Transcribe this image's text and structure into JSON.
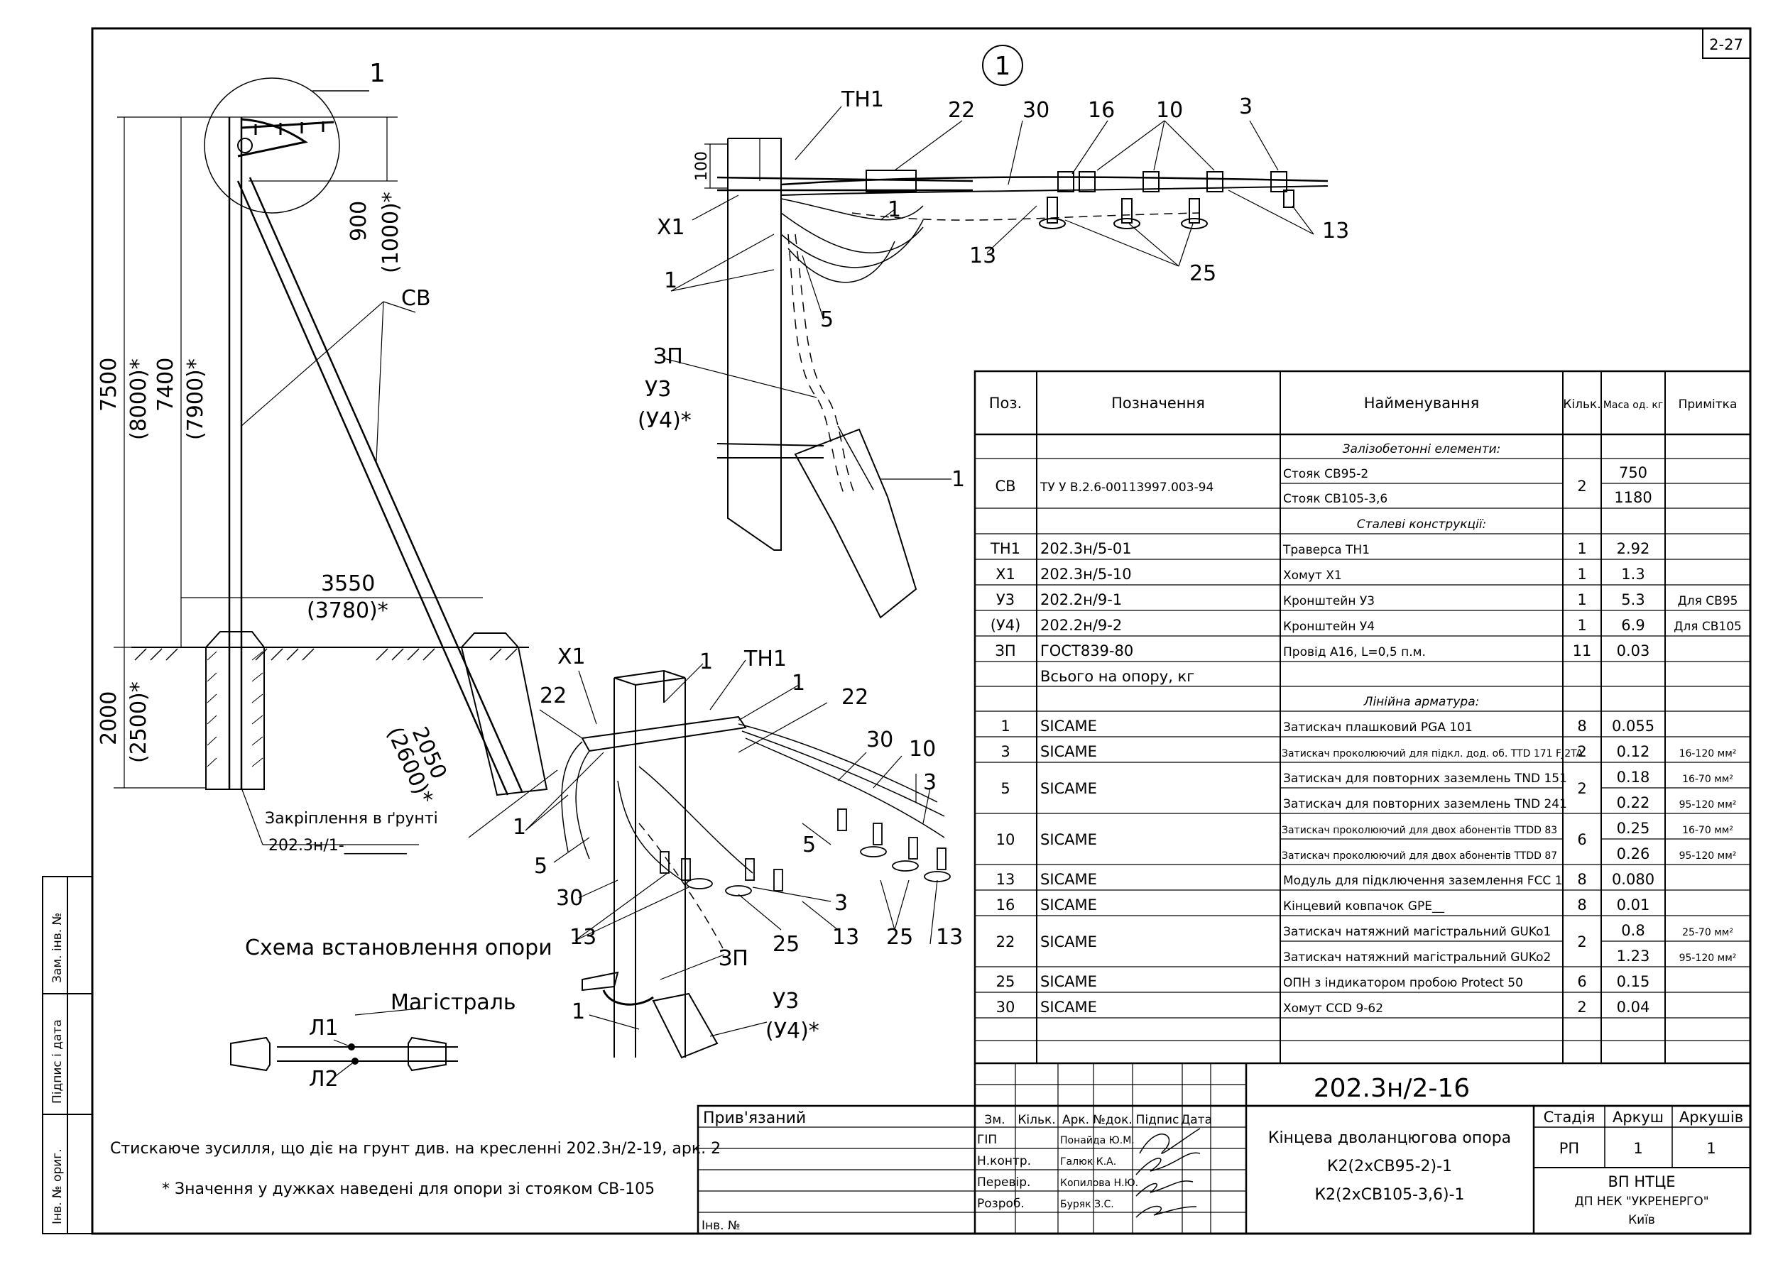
{
  "sheet_number": "2-27",
  "left_drawing": {
    "callout": "1",
    "dims": {
      "d900": "900",
      "d1000": "(1000)*",
      "d7500": "7500",
      "d8000": "(8000)*",
      "d7400": "7400",
      "d7900": "(7900)*",
      "d3550": "3550",
      "d3780": "(3780)*",
      "d2000": "2000",
      "d2500": "(2500)*",
      "d2050": "2050",
      "d2600": "(2600)*"
    },
    "cv_label": "СВ",
    "ground_fix_label": "Закріплення в ґрунті",
    "ground_fix_ref": "202.3н/1-________"
  },
  "detail_top": {
    "circle_label": "1",
    "labels": {
      "tn1": "ТН1",
      "l22": "22",
      "l30": "30",
      "l16": "16",
      "l10": "10",
      "l3": "3",
      "x1": "Х1",
      "l1a": "1",
      "l1b": "1",
      "l13a": "13",
      "l13b": "13",
      "l25": "25",
      "l5": "5",
      "zp": "ЗП",
      "u3": "У3",
      "u4": "(У4)*",
      "l1c": "1",
      "d100": "100"
    }
  },
  "detail_bottom": {
    "labels": {
      "x1": "Х1",
      "l1a": "1",
      "tn1": "ТН1",
      "l1b": "1",
      "l22a": "22",
      "l22b": "22",
      "l30a": "30",
      "l10": "10",
      "l3a": "3",
      "l1c": "1",
      "l5a": "5",
      "l5b": "5",
      "l30b": "30",
      "l3b": "3",
      "l13a": "13",
      "l25a": "25",
      "l13b": "13",
      "l25b": "25",
      "l13c": "13",
      "zp": "ЗП",
      "l1d": "1",
      "u3": "У3",
      "u4": "(У4)*"
    }
  },
  "scheme": {
    "title": "Схема встановлення опори",
    "mainline": "Магістраль",
    "l1": "Л1",
    "l2": "Л2"
  },
  "notes": {
    "note1": "Стискаюче зусилля, що діє на грунт див. на кресленні 202.3н/2-19, арк. 2",
    "note2": "* Значення у дужках наведені для опори зі стояком СВ-105"
  },
  "side_stamp": {
    "s1": "Інв. № ориг.",
    "s2": "Підпис і дата",
    "s3": "Зам. інв. №"
  },
  "spec_table": {
    "headers": {
      "pos": "Поз.",
      "designation": "Позначення",
      "name": "Найменування",
      "qty": "Кільк.",
      "mass": "Маса од. кг",
      "note": "Примітка"
    },
    "section1": "Залізобетонні елементи:",
    "section2": "Сталеві конструкції:",
    "section3": "Лінійна арматура:",
    "cv": {
      "pos": "СВ",
      "designation": "ТУ У В.2.6-00113997.003-94",
      "qty": "2",
      "items": [
        {
          "name": "Стояк СВ95-2",
          "mass": "750"
        },
        {
          "name": "Стояк СВ105-3,6",
          "mass": "1180"
        }
      ]
    },
    "steel": [
      {
        "pos": "ТН1",
        "designation": "202.3н/5-01",
        "name": "Траверса ТН1",
        "qty": "1",
        "mass": "2.92",
        "note": ""
      },
      {
        "pos": "Х1",
        "designation": "202.3н/5-10",
        "name": "Хомут Х1",
        "qty": "1",
        "mass": "1.3",
        "note": ""
      },
      {
        "pos": "У3",
        "designation": "202.2н/9-1",
        "name": "Кронштейн У3",
        "qty": "1",
        "mass": "5.3",
        "note": "Для СВ95"
      },
      {
        "pos": "(У4)",
        "designation": "202.2н/9-2",
        "name": "Кронштейн У4",
        "qty": "1",
        "mass": "6.9",
        "note": "Для СВ105"
      },
      {
        "pos": "ЗП",
        "designation": "ГОСТ839-80",
        "name": "Провід А16, L=0,5 п.м.",
        "qty": "11",
        "mass": "0.03",
        "note": ""
      }
    ],
    "total_label": "Всього на опору, кг",
    "linear": {
      "r1": {
        "pos": "1",
        "designation": "SICAME",
        "name": "Затискач плашковий PGA 101",
        "qty": "8",
        "mass": "0.055",
        "note": ""
      },
      "r3": {
        "pos": "3",
        "designation": "SICAME",
        "name": "Затискач проколюючий для підкл. дод. об. TTD 171 FJ2TA",
        "qty": "2",
        "mass": "0.12",
        "note": "16-120 мм²"
      },
      "r5": {
        "pos": "5",
        "designation": "SICAME",
        "qty": "2",
        "items": [
          {
            "name": "Затискач для повторних заземлень TND 151",
            "mass": "0.18",
            "note": "16-70 мм²"
          },
          {
            "name": "Затискач для повторних заземлень TND 241",
            "mass": "0.22",
            "note": "95-120 мм²"
          }
        ]
      },
      "r10": {
        "pos": "10",
        "designation": "SICAME",
        "qty": "6",
        "items": [
          {
            "name": "Затискач проколюючий для двох абонентів TTDD 83",
            "mass": "0.25",
            "note": "16-70 мм²"
          },
          {
            "name": "Затискач проколюючий для двох абонентів TTDD 87",
            "mass": "0.26",
            "note": "95-120 мм²"
          }
        ]
      },
      "r13": {
        "pos": "13",
        "designation": "SICAME",
        "name": "Модуль для підключення заземлення FCC 1",
        "qty": "8",
        "mass": "0.080",
        "note": ""
      },
      "r16": {
        "pos": "16",
        "designation": "SICAME",
        "name": "Кінцевий ковпачок GPE__",
        "qty": "8",
        "mass": "0.01",
        "note": ""
      },
      "r22": {
        "pos": "22",
        "designation": "SICAME",
        "qty": "2",
        "items": [
          {
            "name": "Затискач натяжний магістральний GUKo1",
            "mass": "0.8",
            "note": "25-70 мм²"
          },
          {
            "name": "Затискач натяжний магістральний GUKo2",
            "mass": "1.23",
            "note": "95-120 мм²"
          }
        ]
      },
      "r25": {
        "pos": "25",
        "designation": "SICAME",
        "name": "ОПН з індикатором пробою Protect 50",
        "qty": "6",
        "mass": "0.15",
        "note": ""
      },
      "r30": {
        "pos": "30",
        "designation": "SICAME",
        "name": "Хомут CCD 9-62",
        "qty": "2",
        "mass": "0.04",
        "note": ""
      }
    }
  },
  "title_block": {
    "code": "202.3н/2-16",
    "bound": "Прив'язаний",
    "inv": "Інв. №",
    "cols": {
      "zm": "Зм.",
      "kilk": "Кільк.",
      "ark": "Арк.",
      "ndoc": "№док.",
      "pidpys": "Підпис",
      "data": "Дата"
    },
    "roles": [
      {
        "role": "ГІП",
        "name": "Понайда Ю.М."
      },
      {
        "role": "Н.контр.",
        "name": "Галюк К.А."
      },
      {
        "role": "Перевір.",
        "name": "Копилова Н.Ю."
      },
      {
        "role": "Розроб.",
        "name": "Буряк З.С."
      }
    ],
    "doc_title1": "Кінцева дволанцюгова опора",
    "doc_title2": "К2(2хСВ95-2)-1",
    "doc_title3": "К2(2хСВ105-3,6)-1",
    "stage_label": "Стадія",
    "sheet_label": "Аркуш",
    "sheets_label": "Аркушів",
    "stage": "РП",
    "sheet": "1",
    "sheets": "1",
    "org1": "ВП НТЦЕ",
    "org2": "ДП НЕК \"УКРЕНЕРГО\"",
    "org3": "Київ"
  }
}
